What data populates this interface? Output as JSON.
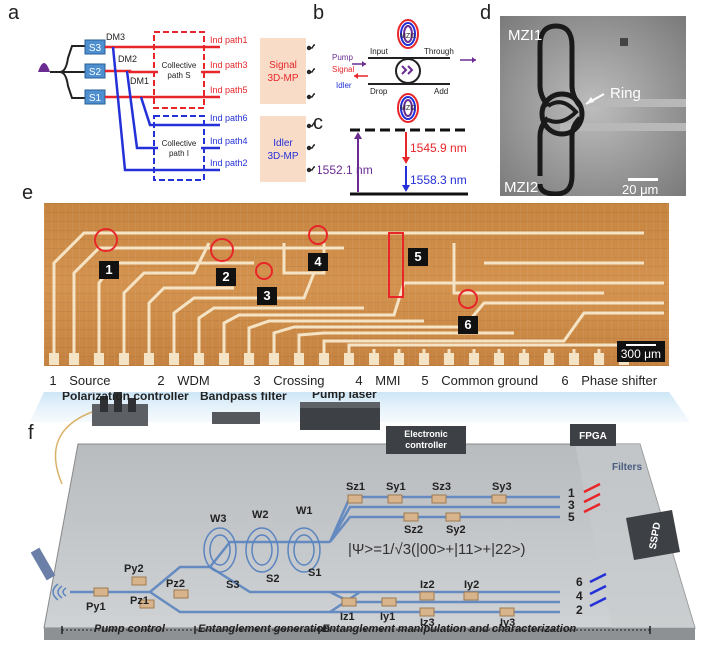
{
  "panel_letters": {
    "a": "a",
    "b": "b",
    "c": "c",
    "d": "d",
    "e": "e",
    "f": "f"
  },
  "panel_a": {
    "sources": [
      "S3",
      "S2",
      "S1"
    ],
    "mirrors": [
      "DM3",
      "DM2",
      "DM1"
    ],
    "collective_s": [
      "Collective",
      "path S"
    ],
    "collective_i": [
      "Collective",
      "path I"
    ],
    "signal_paths": [
      "Ind path1",
      "Ind path3",
      "Ind path5"
    ],
    "idler_paths": [
      "Ind path6",
      "Ind path4",
      "Ind path2"
    ],
    "signal_box": [
      "Signal",
      "3D-MP"
    ],
    "idler_box": [
      "Idler",
      "3D-MP"
    ],
    "colors": {
      "signal": "#e8262a",
      "idler": "#2430d8",
      "box_fill": "#f8dcc8",
      "source_fill": "#4e8fd0",
      "pump": "#6a2c91"
    }
  },
  "panel_b": {
    "mzi1": "MZI1",
    "mzi2": "MZI2",
    "input": "Input",
    "through": "Through",
    "drop": "Drop",
    "add": "Add",
    "pump": "Pump",
    "signal": "Signal",
    "idler": "Idler"
  },
  "panel_c": {
    "pump_wl": "1552.1 nm",
    "signal_wl": "1545.9 nm",
    "idler_wl": "1558.3 nm"
  },
  "panel_d": {
    "mzi1": "MZI1",
    "mzi2": "MZI2",
    "ring": "Ring",
    "scale": "20 μm"
  },
  "panel_e": {
    "markers": [
      "1",
      "2",
      "3",
      "4",
      "5",
      "6"
    ],
    "scale": "300 μm",
    "legend": [
      {
        "num": "1",
        "label": "Source"
      },
      {
        "num": "2",
        "label": "WDM"
      },
      {
        "num": "3",
        "label": "Crossing"
      },
      {
        "num": "4",
        "label": "MMI"
      },
      {
        "num": "5",
        "label": "Common ground"
      },
      {
        "num": "6",
        "label": "Phase shifter"
      }
    ]
  },
  "panel_f": {
    "equipment": {
      "polarization_controller": "Polarization controller",
      "bandpass_filter": "Bandpass filter",
      "pump_laser": "Pump laser",
      "electronic_controller": [
        "Electronic",
        "controller"
      ],
      "fpga": "FPGA",
      "filters": "Filters",
      "sspd": "SSPD"
    },
    "state": "|Ψ>=1/√3(|00>+|11>+|22>)",
    "pump_shifters": [
      "Py1",
      "Py2",
      "Pz1",
      "Pz2"
    ],
    "sources": [
      "W3",
      "W2",
      "W1",
      "S3",
      "S2",
      "S1"
    ],
    "signal_shifters": [
      "Sz1",
      "Sy1",
      "Sz3",
      "Sy3",
      "Sz2",
      "Sy2"
    ],
    "idler_shifters": [
      "Iz1",
      "Iy1",
      "Iz2",
      "Iy2",
      "Iz3",
      "Iy3"
    ],
    "outputs_top": [
      "1",
      "3",
      "5"
    ],
    "outputs_bottom": [
      "6",
      "4",
      "2"
    ],
    "stages": [
      "Pump control",
      "Entanglement generation",
      "Entanglement manipulation and characterization"
    ]
  }
}
